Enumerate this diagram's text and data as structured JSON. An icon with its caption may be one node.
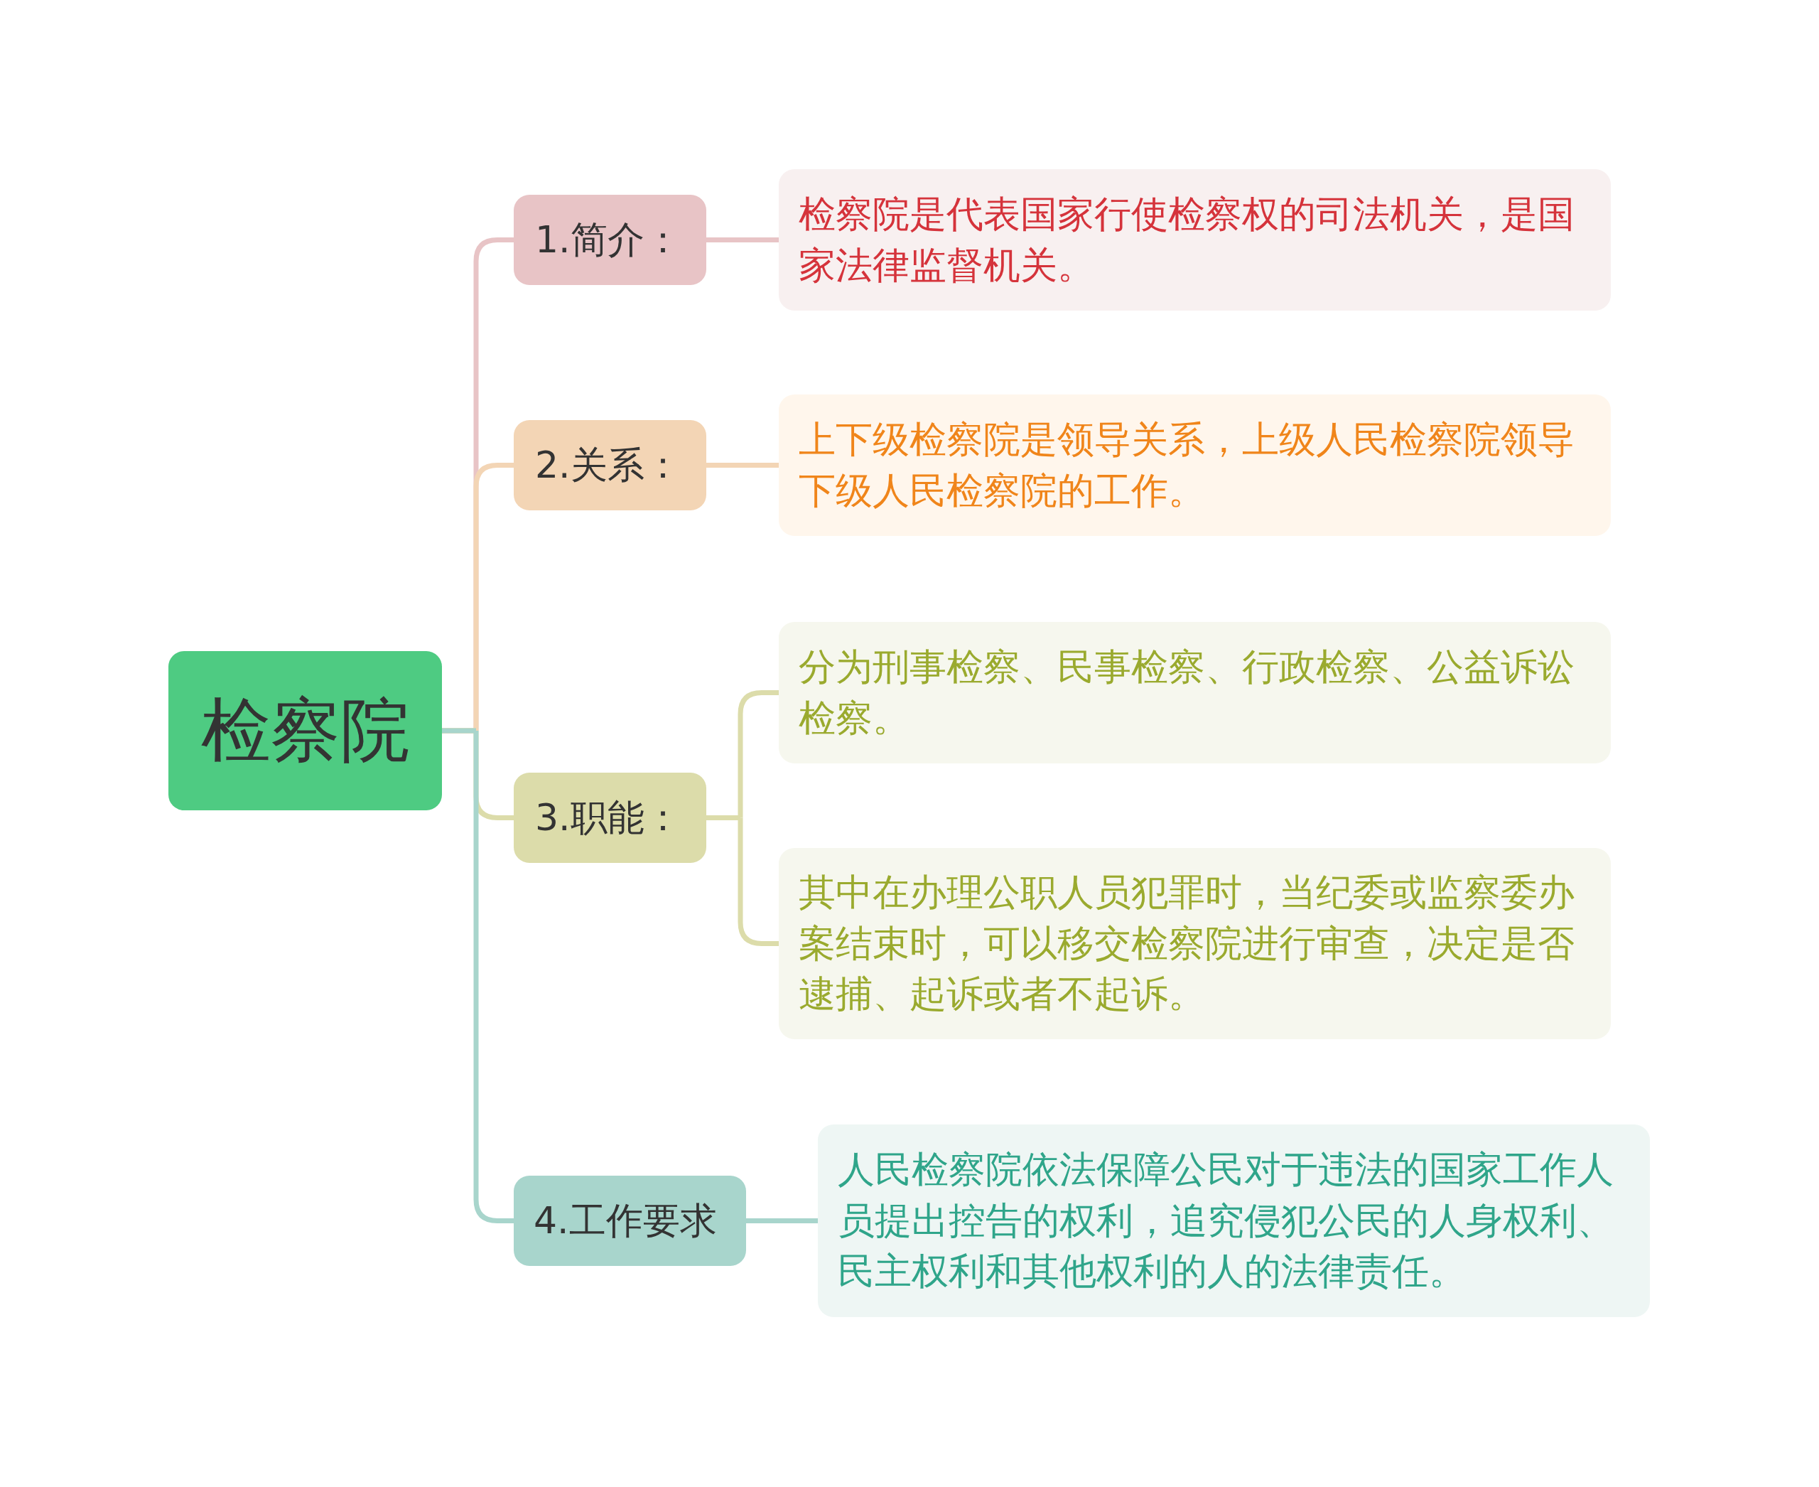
{
  "diagram": {
    "nodes": [
      {
        "text": [
          "检察院"
        ]
      },
      {
        "text": [
          "1.简介："
        ]
      },
      {
        "text": [
          "2.关系："
        ]
      },
      {
        "text": [
          "3.职能："
        ]
      },
      {
        "text": [
          "4.工作要求"
        ]
      },
      {
        "text": [
          "检察院是代表国家行使检察权的司法机关，是国家法律监督机关。"
        ]
      },
      {
        "text": [
          "上下级检察院是领导关系，上级人民检察院领导下级人民检察院的工作。"
        ]
      },
      {
        "text": [
          "分为刑事检察、民事检察、行政检察、公益诉讼检察。"
        ]
      },
      {
        "text": [
          "其中在办理公职人员犯罪时，当纪委或监察委办案结束时，可以移交检察院进行审查，决定是否逮捕、起诉或者不起诉。"
        ]
      },
      {
        "text": [
          "人民检察院依法保障公民对于违法的国家工作人员提出控告的权利，追究侵犯公民的人身权利、民主权利和其他权利的人的法律责任。"
        ]
      }
    ],
    "edges": [
      {
        "from": 0,
        "to": 1,
        "arrow": "none",
        "color": "#e8c4c6"
      },
      {
        "from": 0,
        "to": 2,
        "arrow": "none",
        "color": "#f3d5b5"
      },
      {
        "from": 0,
        "to": 3,
        "arrow": "none",
        "color": "#dcdcaa"
      },
      {
        "from": 0,
        "to": 4,
        "arrow": "none",
        "color": "#a8d5cc"
      },
      {
        "from": 1,
        "to": 5,
        "arrow": "none",
        "color": "#e8c4c6"
      },
      {
        "from": 2,
        "to": 6,
        "arrow": "none",
        "color": "#f3d5b5"
      },
      {
        "from": 3,
        "to": 7,
        "arrow": "none",
        "color": "#dcdcaa"
      },
      {
        "from": 3,
        "to": 8,
        "arrow": "none",
        "color": "#dcdcaa"
      },
      {
        "from": 4,
        "to": 9,
        "arrow": "none",
        "color": "#a8d5cc"
      }
    ]
  }
}
